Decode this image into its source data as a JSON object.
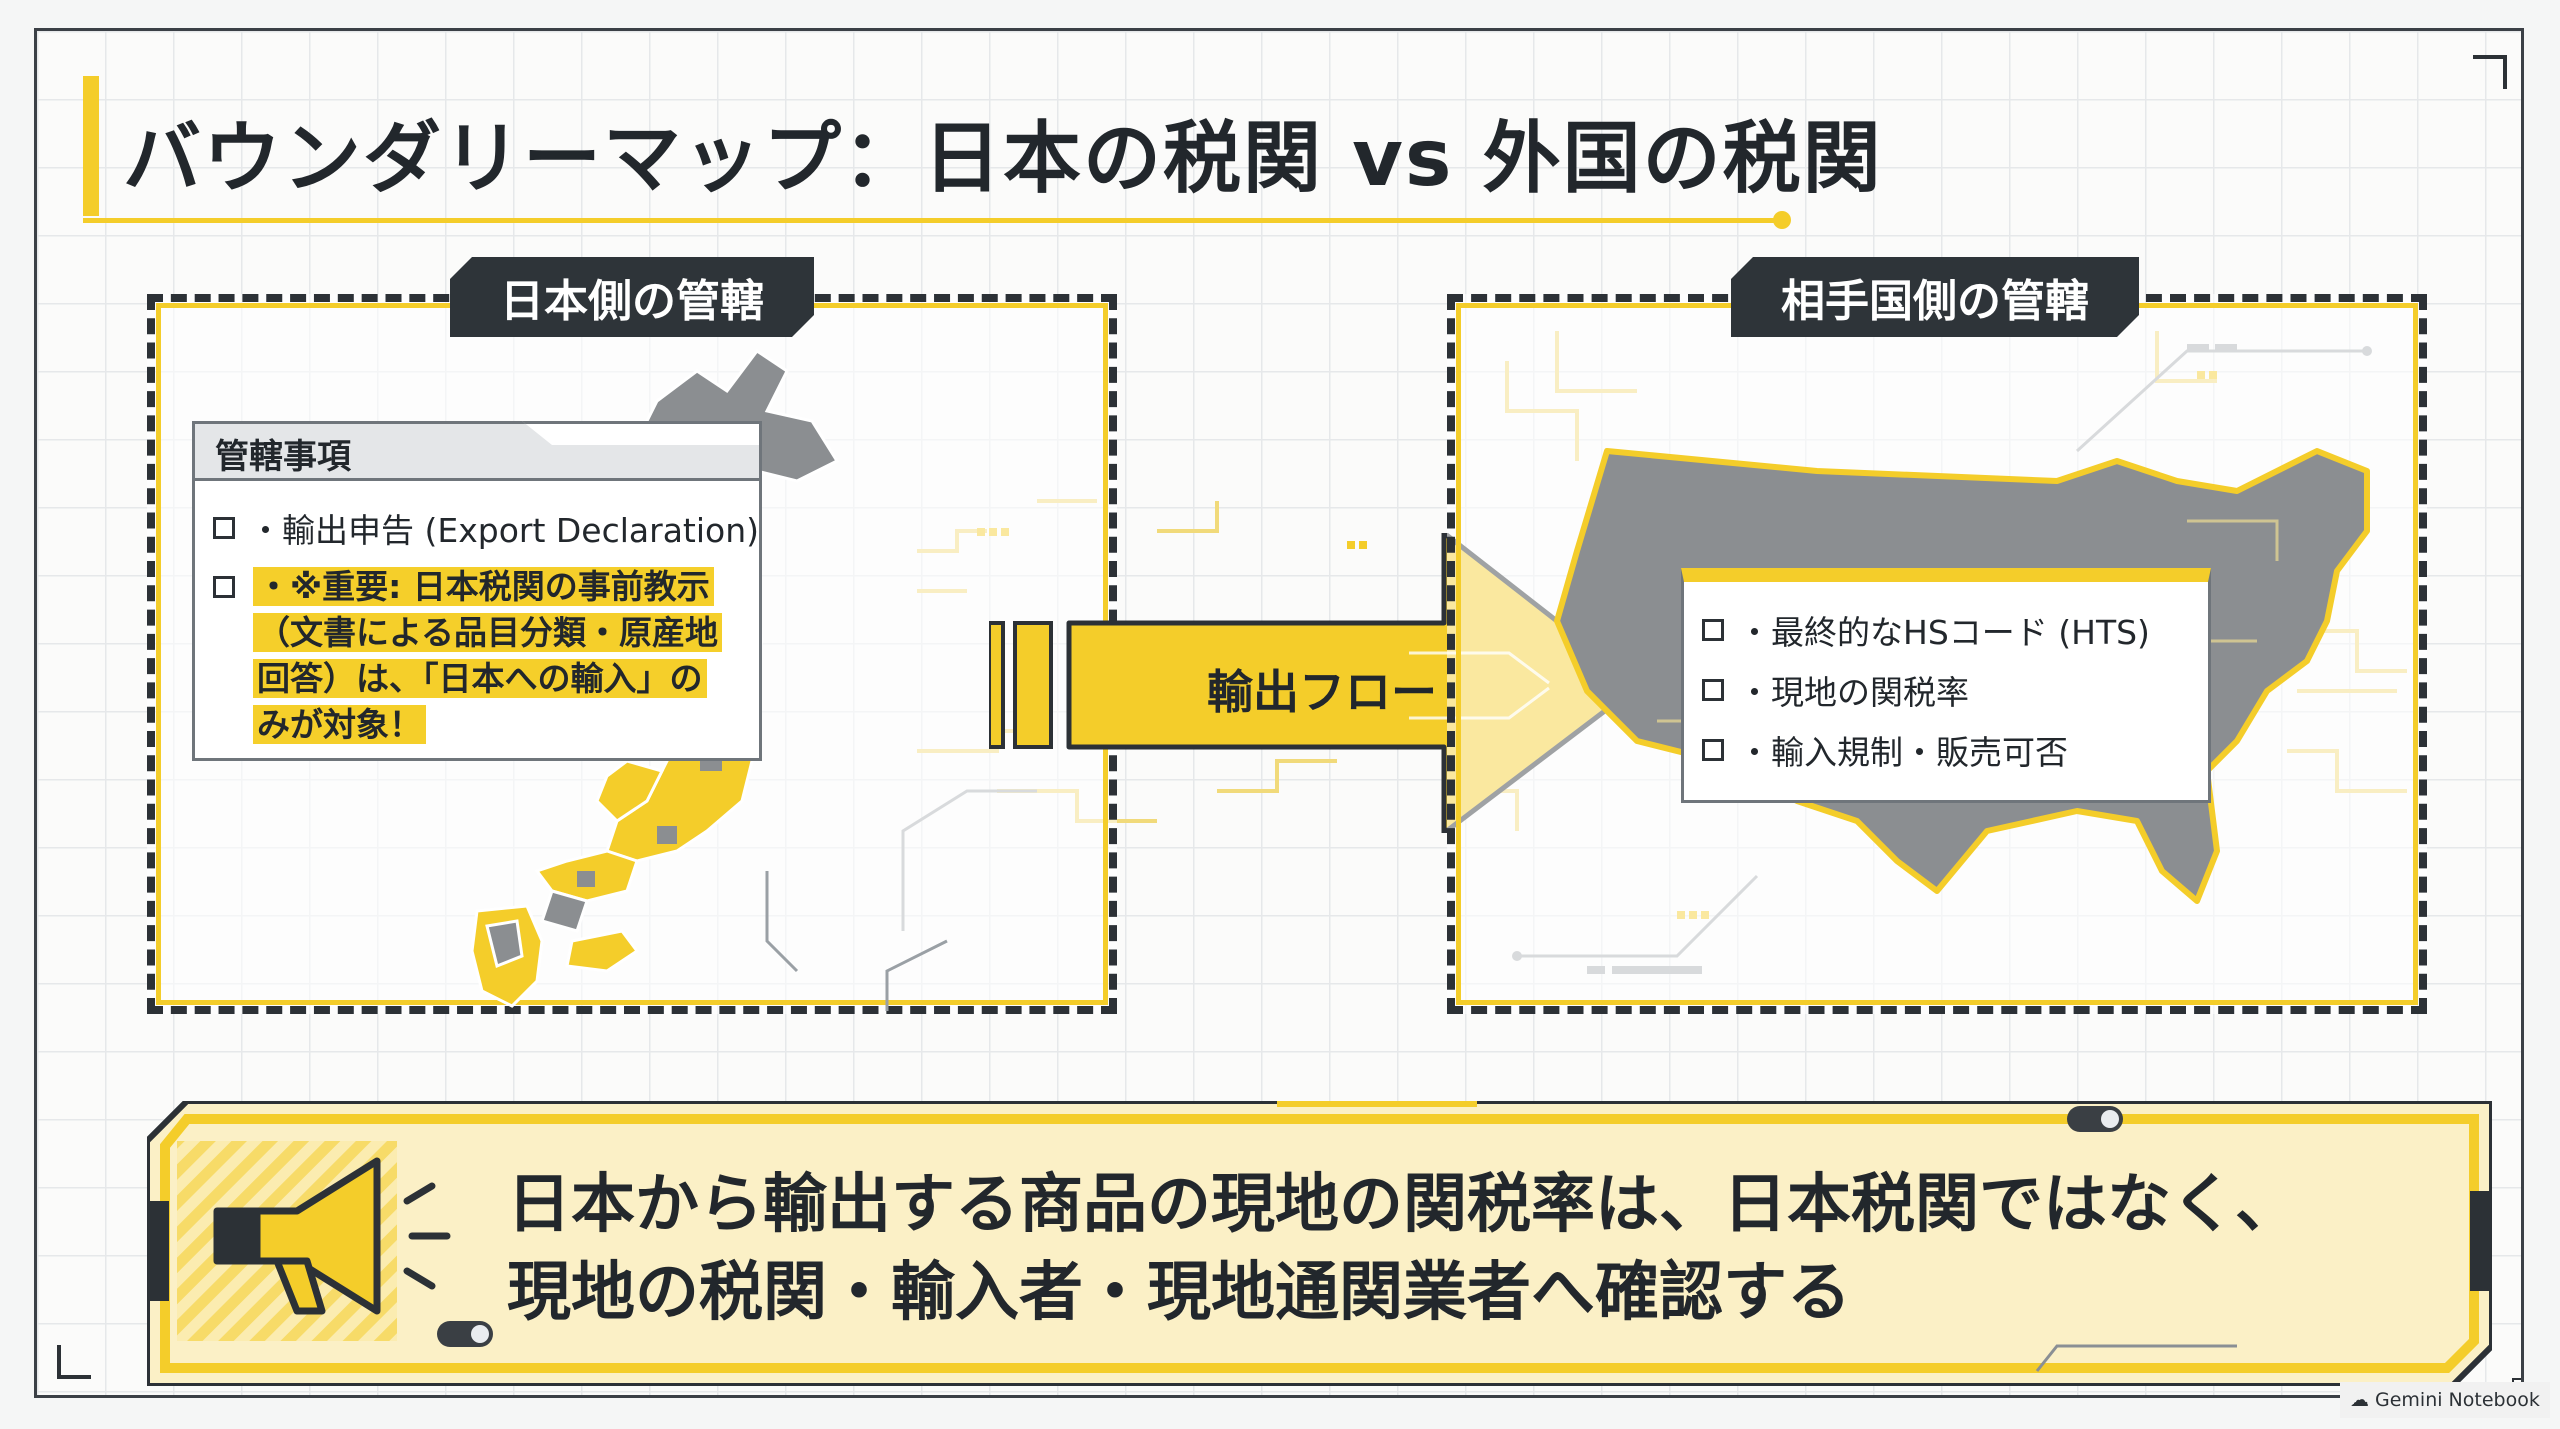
{
  "title": "バウンダリーマップ：日本の税関 vs 外国の税関",
  "left_panel": {
    "tab_label": "日本側の管轄",
    "box_title": "管轄事項",
    "items": [
      "・輸出申告 (Export Declaration)"
    ],
    "important_lines": [
      "・※重要: 日本税関の事前教示",
      "（文書による品目分類・原産地",
      "回答）は、「日本への輸入」の",
      "みが対象！"
    ]
  },
  "right_panel": {
    "tab_label": "相手国側の管轄",
    "items": [
      "・最終的なHSコード (HTS)",
      "・現地の関税率",
      "・輸入規制・販売可否"
    ]
  },
  "arrow": {
    "label": "輸出フロー"
  },
  "banner": {
    "line1": "日本から輸出する商品の現地の関税率は、日本税関ではなく、",
    "line2": "現地の税関・輸入者・現地通関業者へ確認する",
    "icon": "megaphone-icon"
  },
  "watermark": {
    "label": "Gemini Notebook"
  },
  "colors": {
    "accent": "#f4cd2a",
    "dark": "#2e3439",
    "map_gray": "#8b8e91"
  }
}
